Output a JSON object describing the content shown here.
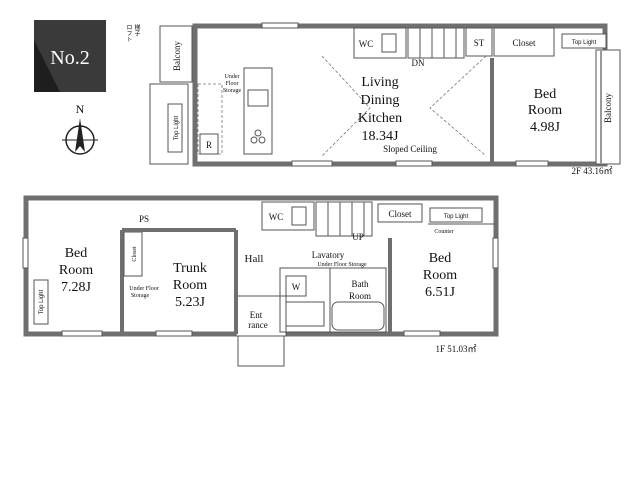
{
  "badge": {
    "label": "No.2"
  },
  "compass": {
    "label": "N"
  },
  "floor2": {
    "area_label": "2F 43.16㎡",
    "ldk": {
      "l1": "Living",
      "l2": "Dining",
      "l3": "Kitchen",
      "size": "18.34J"
    },
    "sloped_ceiling": "Sloped Ceiling",
    "bed": {
      "l1": "Bed",
      "l2": "Room",
      "size": "4.98J"
    },
    "balcony_left": "Balcony",
    "balcony_right": "Balcony",
    "wc": "WC",
    "st": "ST",
    "closet": "Closet",
    "top_light": "Top Light",
    "top_light_left": "Top Light",
    "dn": "DN",
    "under_floor_storage": [
      "Under",
      "Floor",
      "Storage"
    ],
    "r": "R",
    "vertical_note": "梯子",
    "vertical_note2": "ロフト"
  },
  "floor1": {
    "area_label": "1F 51.03㎡",
    "bed_left": {
      "l1": "Bed",
      "l2": "Room",
      "size": "7.28J"
    },
    "trunk": {
      "l1": "Trunk",
      "l2": "Room",
      "size": "5.23J"
    },
    "bed_right": {
      "l1": "Bed",
      "l2": "Room",
      "size": "6.51J"
    },
    "hall": "Hall",
    "lavatory": "Lavatory",
    "under_floor_storage_lav": "Under Floor Storage",
    "bath": {
      "l1": "Bath",
      "l2": "Room"
    },
    "entrance": {
      "l1": "Ent",
      "l2": "rance"
    },
    "wc": "WC",
    "closet": "Closet",
    "closet_small": "Closet",
    "top_light": "Top Light",
    "top_light_left": "Top Light",
    "counter": "Counter",
    "up": "UP",
    "ps": "PS",
    "w": "W",
    "under_floor_storage_trunk": [
      "Under Floor",
      "Storage"
    ]
  }
}
